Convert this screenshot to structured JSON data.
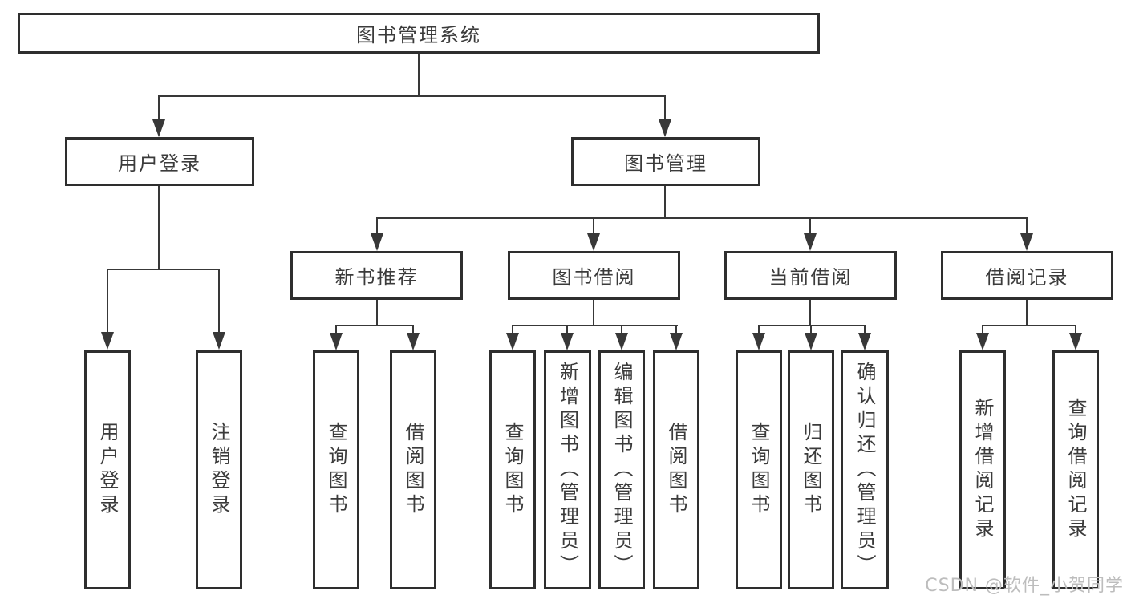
{
  "diagram": {
    "root": "图书管理系统",
    "level2": {
      "user_login": "用户登录",
      "book_mgmt": "图书管理"
    },
    "user_login_children": {
      "login": "用户登录",
      "logout": "注销登录"
    },
    "book_mgmt_children": {
      "new_rec": "新书推荐",
      "borrow": "图书借阅",
      "current": "当前借阅",
      "records": "借阅记录"
    },
    "new_rec_children": {
      "query_book": "查询图书",
      "borrow_book": "借阅图书"
    },
    "borrow_children": {
      "query_book": "查询图书",
      "add_book": "新增图书（管理员）",
      "edit_book": "编辑图书（管理员）",
      "borrow_book": "借阅图书"
    },
    "current_children": {
      "query_book": "查询图书",
      "return_book": "归还图书",
      "confirm_return": "确认归还（管理员）"
    },
    "records_children": {
      "add_record": "新增借阅记录",
      "query_record": "查询借阅记录"
    }
  },
  "watermark": {
    "text": "CSDN @软件_小贺同学",
    "color": "#bdbdbd"
  },
  "colors": {
    "background": "#ffffff",
    "line": "#383838",
    "box_border": "#2e2e2e",
    "text": "#3b3b3b"
  }
}
